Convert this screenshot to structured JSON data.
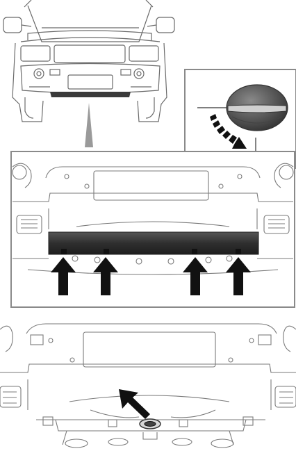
{
  "figure": {
    "panels": [
      {
        "id": "vehicle-front-overview",
        "icon": "vehicle-front-view"
      },
      {
        "id": "fastener-turn-detail",
        "icon": "quarter-turn-fastener",
        "callout": "rotate-arrow"
      },
      {
        "id": "lower-cover-removal-detail",
        "icon": "bumper-lower-cover",
        "arrow_count": 4
      },
      {
        "id": "towing-eye-location",
        "icon": "towing-eye-socket",
        "arrow_count": 1
      }
    ],
    "colors": {
      "line": "#6a6a6a",
      "frame": "#8a8a8a",
      "arrow": "#111111",
      "cover": "#3a3a3a",
      "fastener": "#5a5a5a"
    }
  }
}
